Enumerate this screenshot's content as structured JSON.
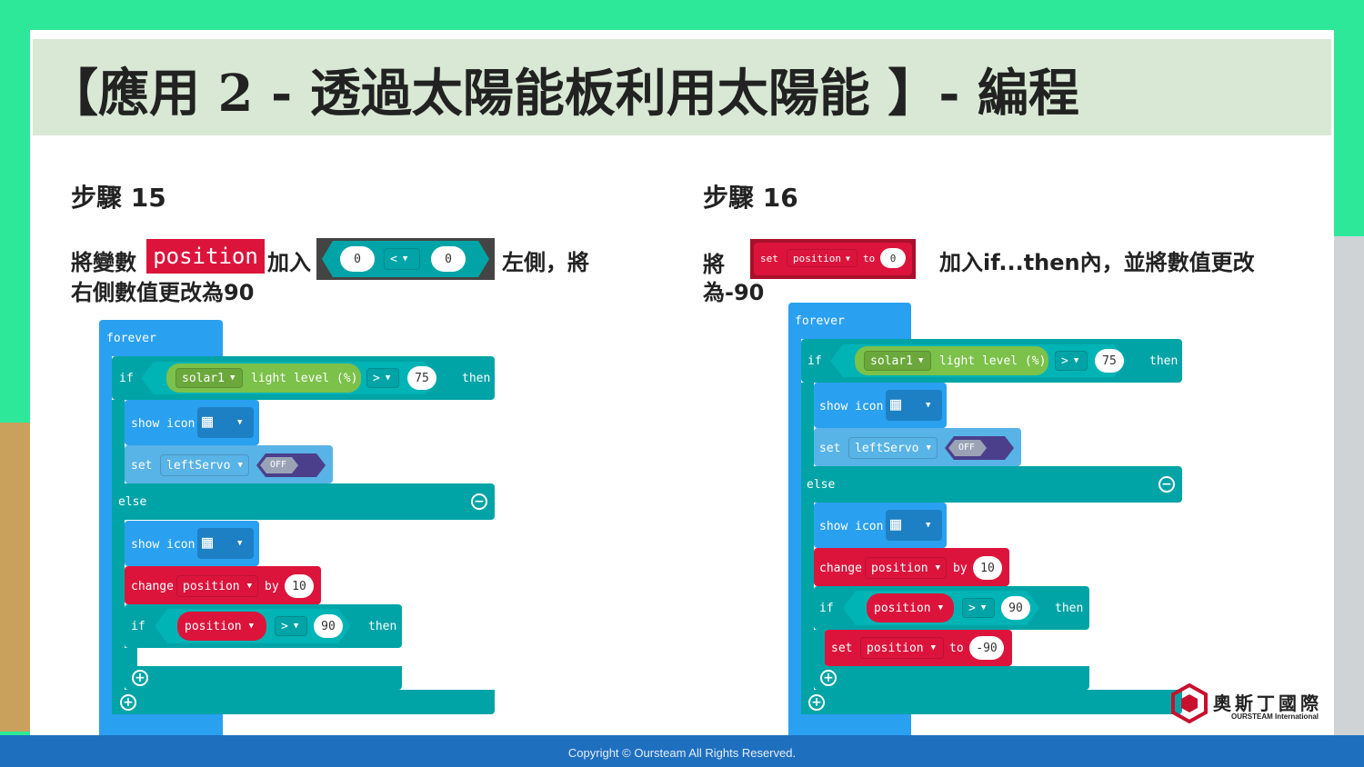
{
  "slide_title": "【應用 2 - 透過太陽能板利用太陽能 】- 編程",
  "step15": {
    "heading": "步驟 15",
    "text_part1": "將變數",
    "variable_chip": "position",
    "text_part2": "加入",
    "compare_left": "0",
    "compare_op": "<",
    "compare_right": "0",
    "text_part3": "左側，將",
    "text_line2": "右側數值更改為90"
  },
  "step16": {
    "heading": "步驟 16",
    "text_part1": "將",
    "set_block": {
      "set": "set",
      "var": "position",
      "to": "to",
      "value": "0"
    },
    "text_part2": "加入if...then內，並將數值更改",
    "text_line2": "為-90"
  },
  "code": {
    "forever": "forever",
    "if": "if",
    "then": "then",
    "else": "else",
    "show_icon": "show icon",
    "set": "set",
    "to": "to",
    "change": "change",
    "by": "by",
    "solar": "solar1",
    "light_level": "light level (%)",
    "gt": ">",
    "v75": "75",
    "left_servo": "leftServo",
    "off": "OFF",
    "position": "position",
    "v10": "10",
    "v90": "90",
    "vneg90": "-90"
  },
  "logo": {
    "name": "奧斯丁國際",
    "sub": "OURSTEAM International"
  },
  "footer": "Copyright © Oursteam All Rights Reserved.",
  "colors": {
    "green_bg": "#2ee89a",
    "loops": "#2aa0f0",
    "logic": "#00a4a6",
    "variables": "#dc143c",
    "sensor": "#7cc14a",
    "footer": "#1f6fbf"
  }
}
